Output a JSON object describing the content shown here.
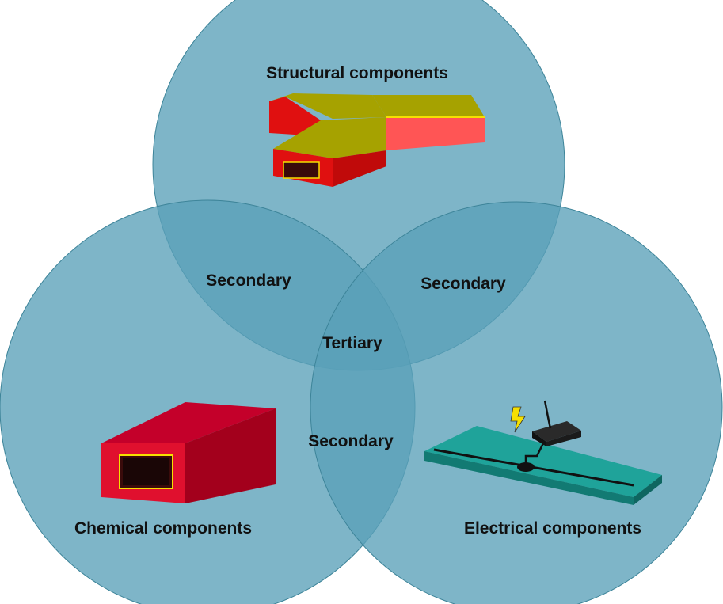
{
  "diagram": {
    "circles": {
      "structural": {
        "label": "Structural components"
      },
      "chemical": {
        "label": "Chemical components"
      },
      "electrical": {
        "label": "Electrical components"
      }
    },
    "regions": {
      "structural_chemical": "Secondary",
      "structural_electrical": "Secondary",
      "chemical_electrical": "Secondary",
      "center": "Tertiary"
    },
    "colors": {
      "circle_fill": "#5aa0b8",
      "structure_yellow": "#a6a200",
      "structure_red": "#e01010",
      "structure_pink": "#ff5555",
      "chemical_red": "#e0102e",
      "chemical_dark": "#a3001c",
      "board_teal": "#1fa39a",
      "lightning": "#f5e000"
    }
  }
}
